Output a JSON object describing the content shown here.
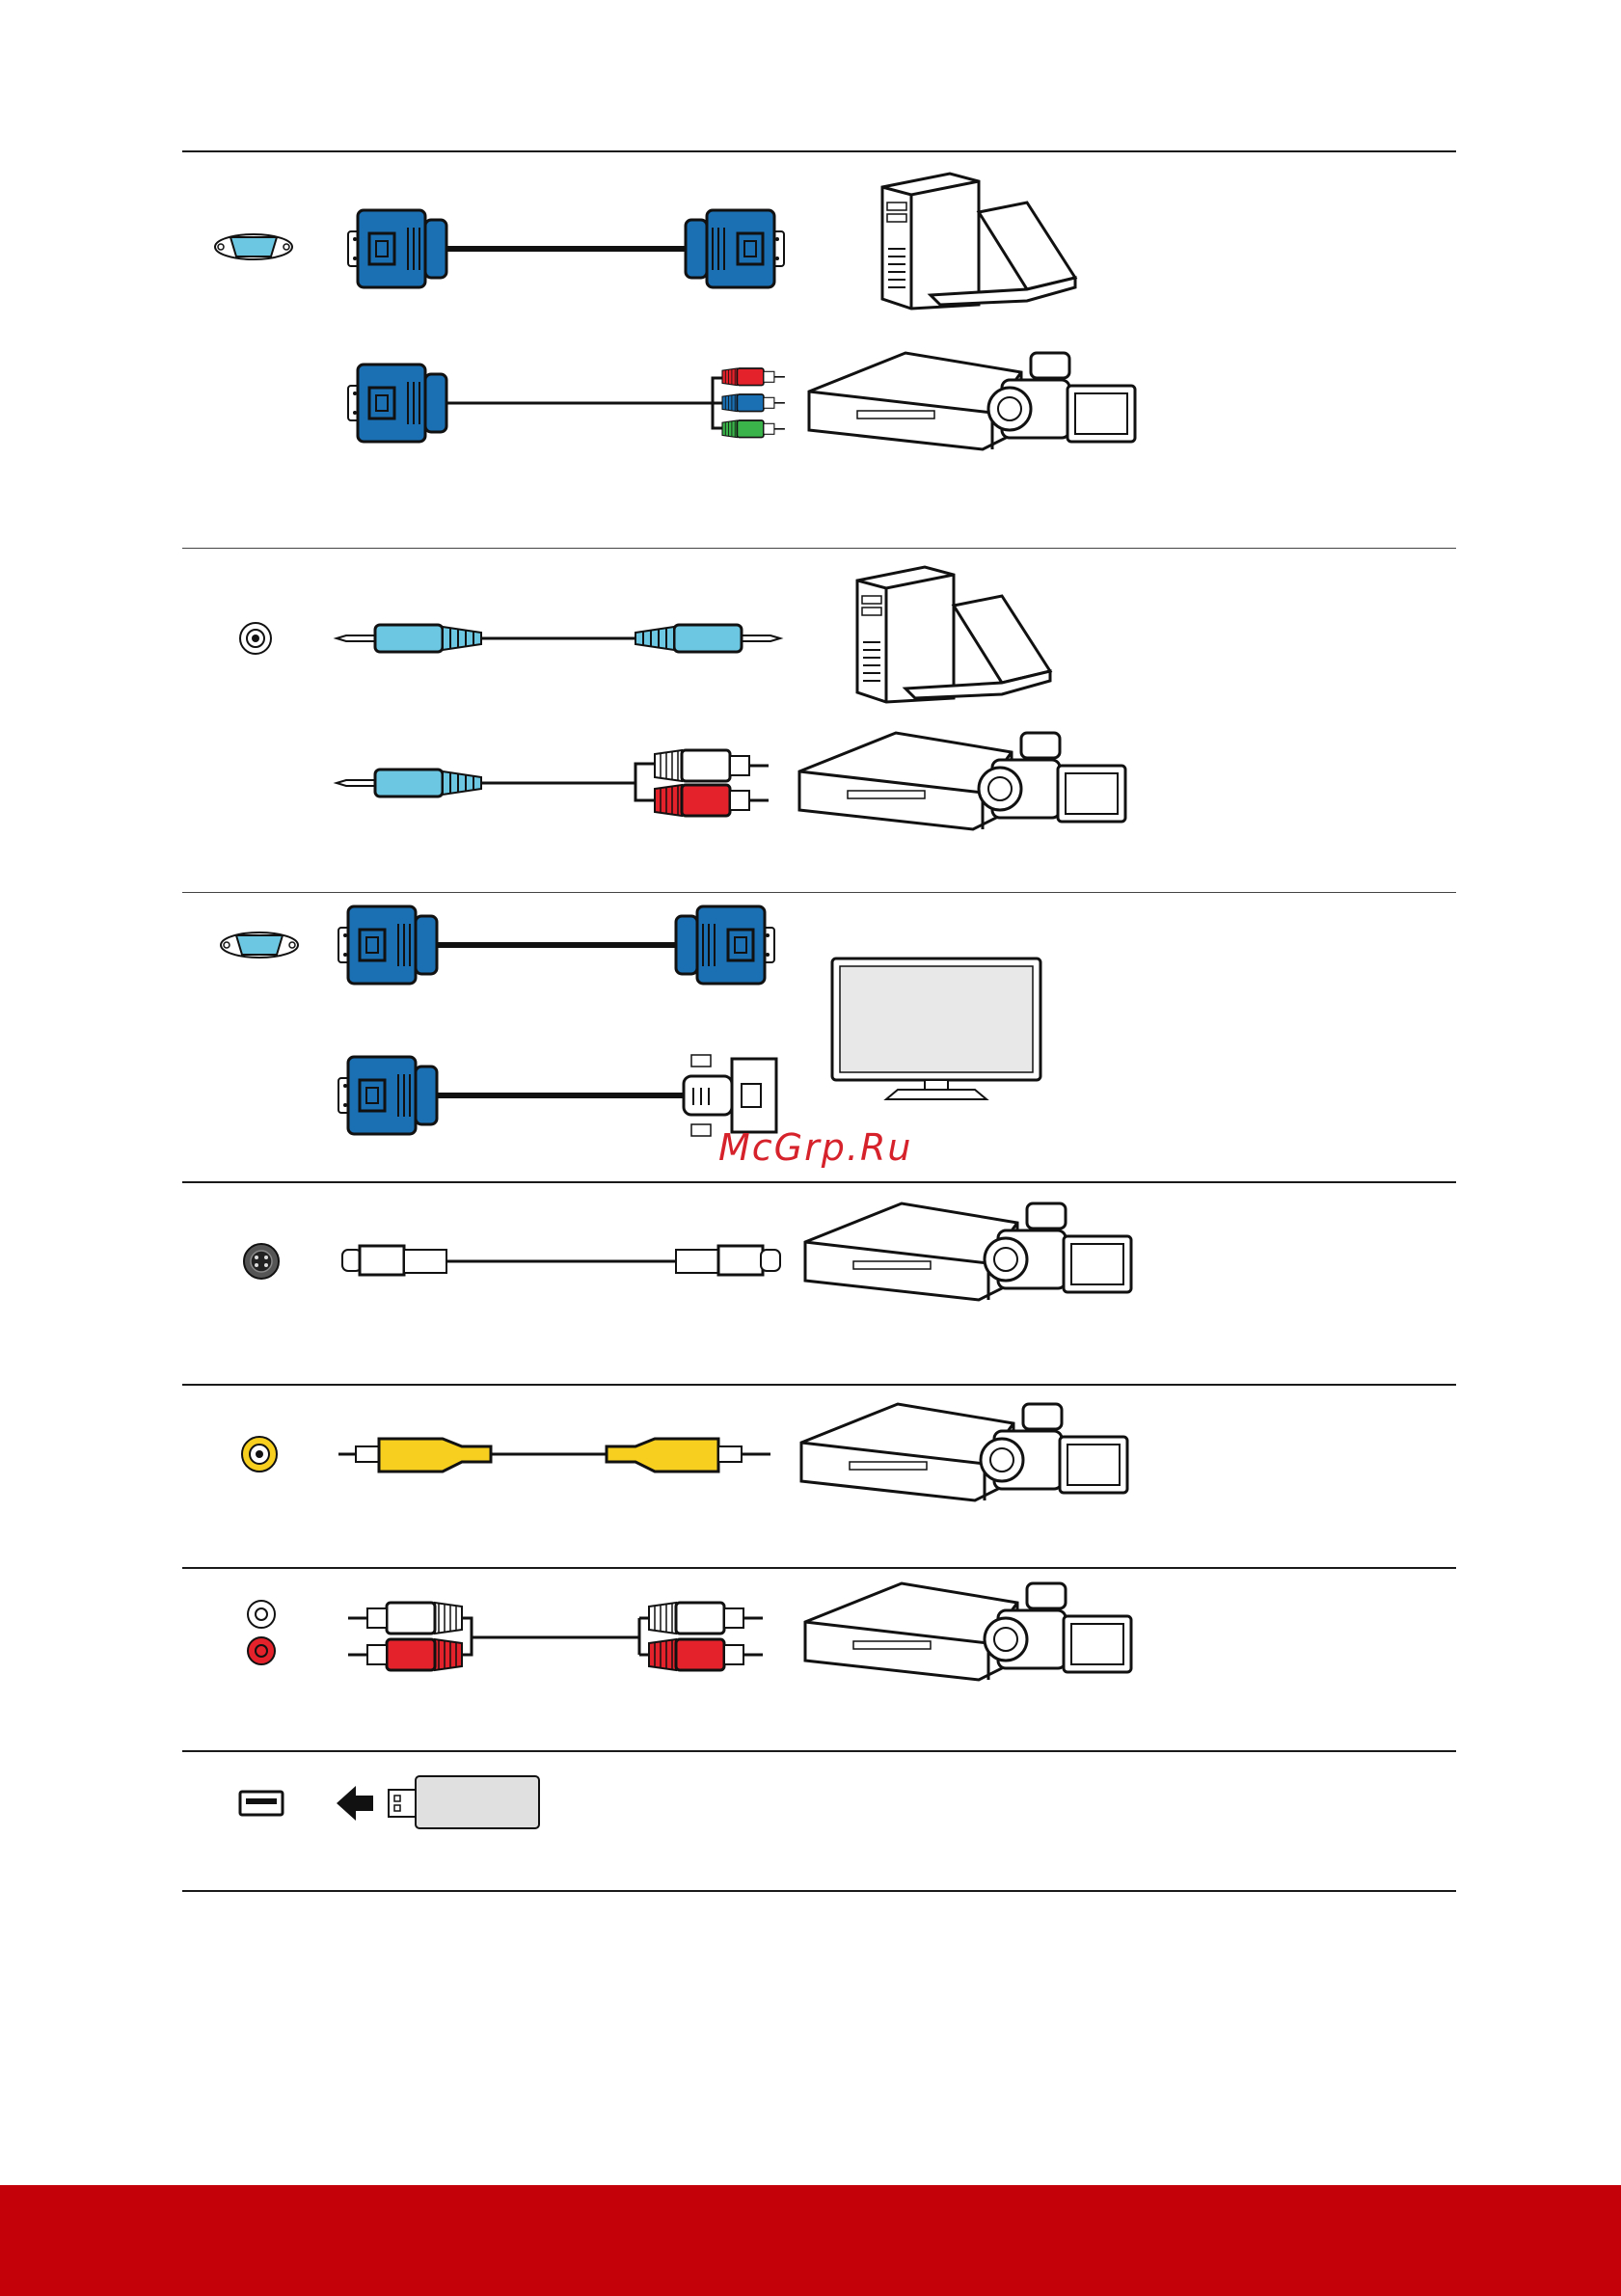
{
  "watermark": {
    "text": "McGrp.Ru"
  },
  "colors": {
    "vga_blue": "#1b6fb3",
    "audio_cyan": "#6cc8e2",
    "video_yellow": "#f7cf1e",
    "audio_red": "#e3222b",
    "component_green": "#3ab34a",
    "footer_red": "#c40008"
  },
  "rows": [
    {
      "port": "vga-in-port-icon",
      "cables": [
        "vga-to-vga-cable",
        "vga-to-component-cable"
      ],
      "devices": [
        "computer-icon",
        "dvd-player-icon"
      ]
    },
    {
      "port": "audio-in-port-icon",
      "cables": [
        "mini-jack-cable",
        "mini-jack-to-rca-cable"
      ],
      "devices": [
        "computer-icon",
        "dvd-player-icon"
      ]
    },
    {
      "port": "vga-out-port-icon",
      "cables": [
        "vga-to-vga-cable",
        "vga-to-dvi-cable"
      ],
      "devices": [
        "monitor-icon"
      ]
    },
    {
      "port": "s-video-port-icon",
      "cables": [
        "s-video-cable"
      ],
      "devices": [
        "dvd-player-icon"
      ]
    },
    {
      "port": "composite-video-port-icon",
      "cables": [
        "composite-video-cable"
      ],
      "devices": [
        "dvd-player-icon"
      ]
    },
    {
      "port": "rca-audio-port-icon",
      "cables": [
        "rca-audio-cable"
      ],
      "devices": [
        "dvd-player-icon"
      ]
    },
    {
      "port": "usb-port-icon",
      "cables": [
        "usb-flash-drive"
      ],
      "devices": []
    }
  ]
}
